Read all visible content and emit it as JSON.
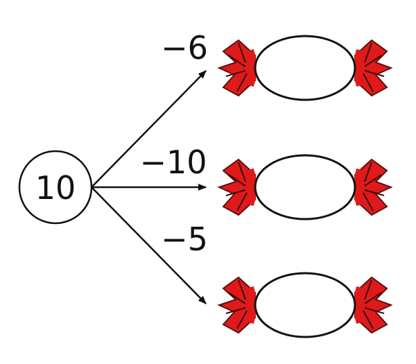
{
  "diagram": {
    "start_value": "10",
    "branches": [
      {
        "operation": "−6"
      },
      {
        "operation": "−10"
      },
      {
        "operation": "−5"
      }
    ],
    "candy_result_values": [
      "",
      "",
      ""
    ],
    "colors": {
      "line": "#111111",
      "candy_red": "#e01a1a",
      "candy_dark": "#5a1010",
      "background": "#ffffff"
    },
    "icons": [
      "candy-icon",
      "candy-icon",
      "candy-icon"
    ]
  }
}
